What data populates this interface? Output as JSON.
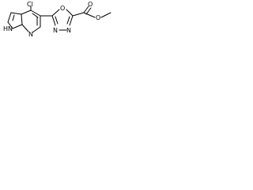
{
  "molecule": {
    "atoms": {
      "cl": "Cl",
      "nh": "HN",
      "n_pyridine": "N",
      "o_ring": "O",
      "n_ring_1": "N",
      "n_ring_2": "N",
      "o_carbonyl": "O",
      "o_ester": "O"
    }
  }
}
